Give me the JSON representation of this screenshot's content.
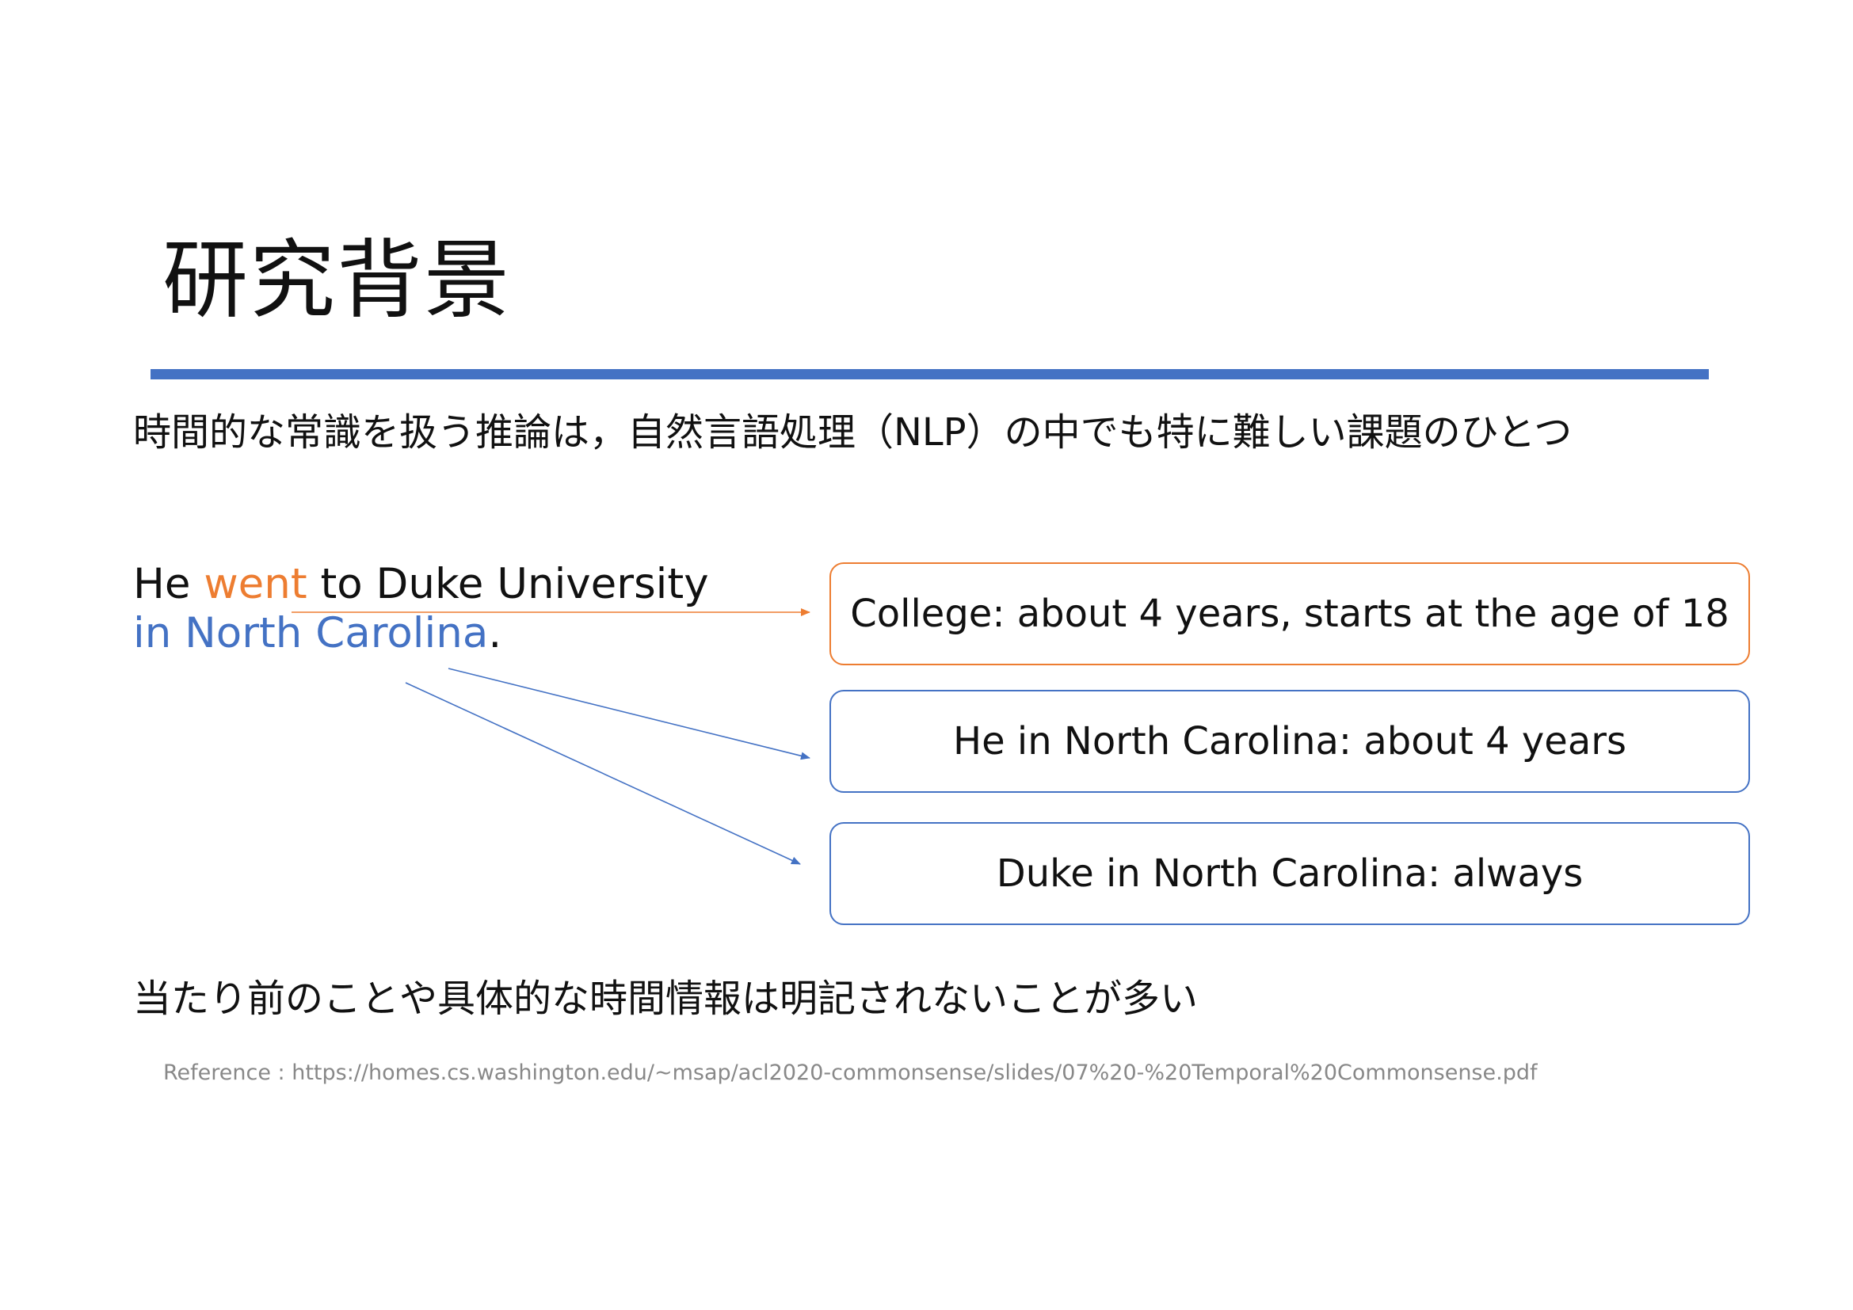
{
  "slide": {
    "title": "研究背景",
    "lead_text": "時間的な常識を扱う推論は，自然言語処理（NLP）の中でも特に難しい課題のひとつ",
    "example": {
      "part1": "He ",
      "verb": "went",
      "part2": " to Duke University",
      "location": "in North Carolina",
      "end": "."
    },
    "boxes": [
      {
        "text": "College: about 4 years, starts at the age of 18"
      },
      {
        "text": "He in North Carolina: about 4 years"
      },
      {
        "text": "Duke in North Carolina: always"
      }
    ],
    "conclusion": "当たり前のことや具体的な時間情報は明記されないことが多い",
    "reference": "Reference : https://homes.cs.washington.edu/~msap/acl2020-commonsense/slides/07%20-%20Temporal%20Commonsense.pdf"
  },
  "colors": {
    "accent_blue": "#4472c4",
    "accent_orange": "#ed7d31",
    "reference_gray": "#888888"
  }
}
